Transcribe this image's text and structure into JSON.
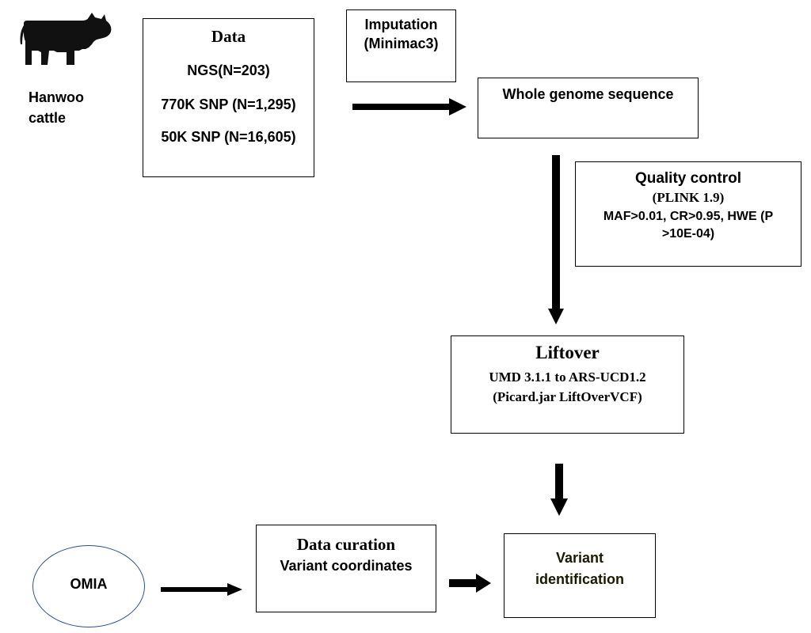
{
  "source": {
    "label_line1": "Hanwoo",
    "label_line2": "cattle",
    "icon": "cow-icon"
  },
  "data_box": {
    "title": "Data",
    "lines": [
      "NGS(N=203)",
      "770K SNP (N=1,295)",
      "50K SNP (N=16,605)"
    ]
  },
  "imputation_box": {
    "line1": "Imputation",
    "line2": "(Minimac3)"
  },
  "wgs_box": {
    "title": "Whole genome sequence"
  },
  "qc_box": {
    "title": "Quality control",
    "tool": "(PLINK 1.9)",
    "criteria_line1": "MAF>0.01, CR>0.95, HWE (P",
    "criteria_line2": ">10E-04)"
  },
  "liftover_box": {
    "title": "Liftover",
    "line1": "UMD 3.1.1 to ARS-UCD1.2",
    "line2": "(Picard.jar LiftOverVCF)"
  },
  "omia": {
    "label": "OMIA"
  },
  "curation_box": {
    "title": "Data curation",
    "subtitle": "Variant coordinates"
  },
  "identification_box": {
    "line1": "Variant",
    "line2": "identification"
  },
  "colors": {
    "ellipse_border": "#2f4f8f",
    "identification_text": "#1a1a00"
  }
}
